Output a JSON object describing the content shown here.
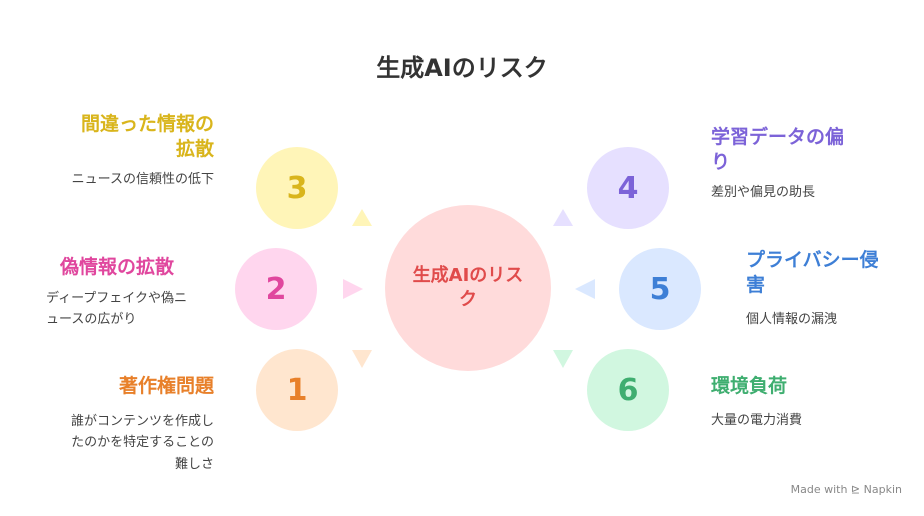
{
  "title": "生成AIのリスク",
  "center_label": "生成AIのリスク",
  "nodes": [
    {
      "num": "1",
      "heading": "著作権問題",
      "desc": "誰がコンテンツを作成したのかを特定することの難しさ",
      "color": "#e8802a",
      "bg": "#ffe6cf"
    },
    {
      "num": "2",
      "heading": "偽情報の拡散",
      "desc": "ディープフェイクや偽ニュースの広がり",
      "color": "#e0479e",
      "bg": "#ffd6ee"
    },
    {
      "num": "3",
      "heading": "間違った情報の拡散",
      "desc": "ニュースの信頼性の低下",
      "color": "#d9b51c",
      "bg": "#fff5b8"
    },
    {
      "num": "4",
      "heading": "学習データの偏り",
      "desc": "差別や偏見の助長",
      "color": "#7c63d8",
      "bg": "#e6e0ff"
    },
    {
      "num": "5",
      "heading": "プライバシー侵害",
      "desc": "個人情報の漏洩",
      "color": "#3e7fd6",
      "bg": "#dae8ff"
    },
    {
      "num": "6",
      "heading": "環境負荷",
      "desc": "大量の電力消費",
      "color": "#3fae70",
      "bg": "#d1f7e0"
    }
  ],
  "watermark": "Made with ⊵ Napkin"
}
